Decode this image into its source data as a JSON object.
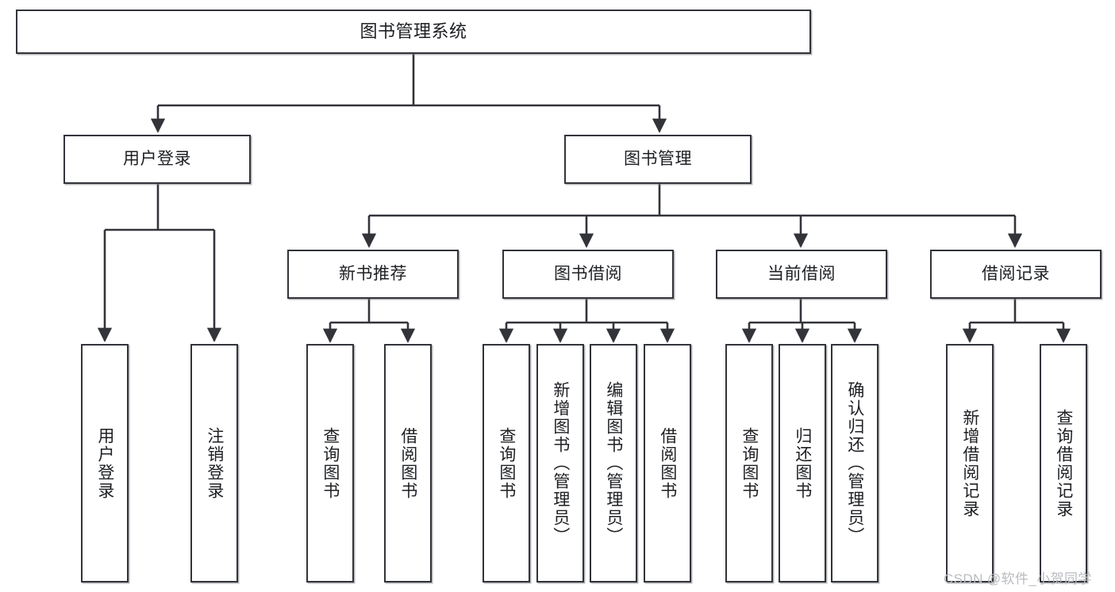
{
  "diagram": {
    "title": "图书管理系统",
    "type": "tree-structure-chart",
    "root": {
      "label": "图书管理系统"
    },
    "level1": [
      {
        "label": "用户登录"
      },
      {
        "label": "图书管理"
      }
    ],
    "level2": [
      {
        "label": "新书推荐"
      },
      {
        "label": "图书借阅"
      },
      {
        "label": "当前借阅"
      },
      {
        "label": "借阅记录"
      }
    ],
    "leaves": {
      "user_login": [
        {
          "label": "用户登录"
        },
        {
          "label": "注销登录"
        }
      ],
      "new_book_recommend": [
        {
          "label": "查询图书"
        },
        {
          "label": "借阅图书"
        }
      ],
      "book_borrow": [
        {
          "label": "查询图书"
        },
        {
          "label": "新增图书（管理员）"
        },
        {
          "label": "编辑图书（管理员）"
        },
        {
          "label": "借阅图书"
        }
      ],
      "current_borrow": [
        {
          "label": "查询图书"
        },
        {
          "label": "归还图书"
        },
        {
          "label": "确认归还（管理员）"
        }
      ],
      "borrow_record": [
        {
          "label": "新增借阅记录"
        },
        {
          "label": "查询借阅记录"
        }
      ]
    }
  },
  "watermark": {
    "text": "CSDN @软件_小贺同学"
  },
  "colors": {
    "border": "#32343a",
    "text": "#1d1f23",
    "background": "#ffffff",
    "watermark": "#b9bbbf"
  }
}
